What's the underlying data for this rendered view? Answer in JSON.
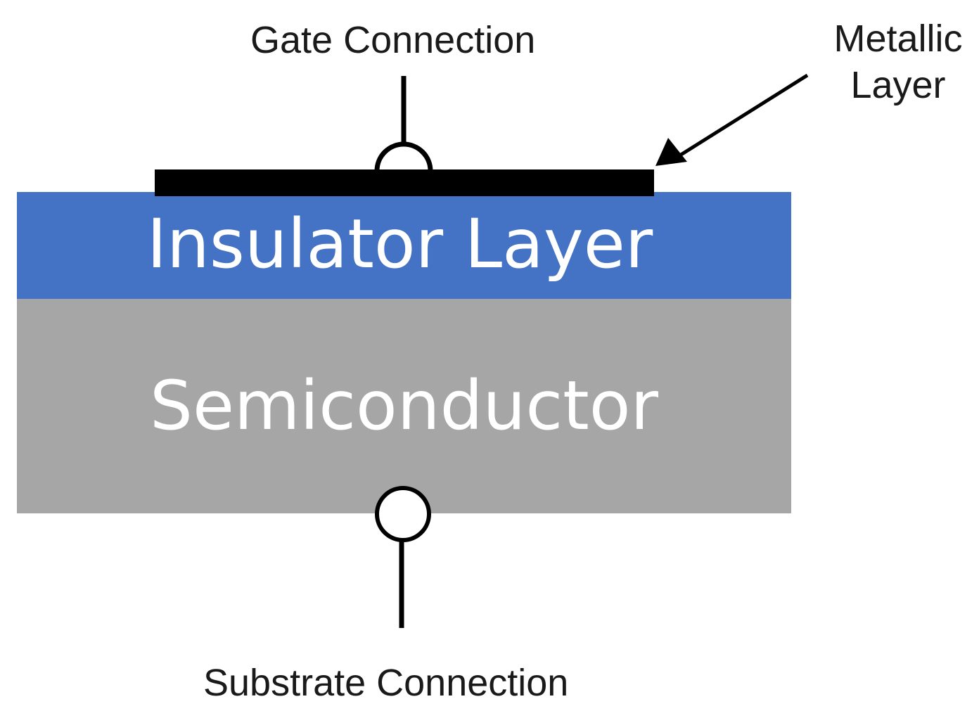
{
  "labels": {
    "gate": "Gate Connection",
    "metal_line1": "Metallic",
    "metal_line2": "Layer",
    "substrate": "Substrate Connection"
  },
  "layers": {
    "insulator": "Insulator Layer",
    "semiconductor": "Semiconductor"
  },
  "colors": {
    "insulator": "#4472c4",
    "semiconductor": "#a6a6a6",
    "metal": "#000000",
    "text_on_layer": "#ffffff"
  }
}
